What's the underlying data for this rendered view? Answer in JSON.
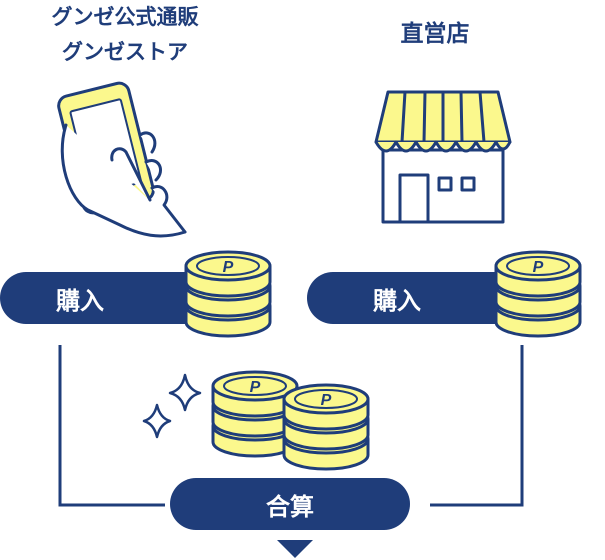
{
  "online": {
    "title_line1": "グンゼ公式通販",
    "title_line2": "グンゼストア",
    "purchase_label": "購入"
  },
  "store": {
    "title": "直営店",
    "purchase_label": "購入"
  },
  "total_label": "合算",
  "coin_letter": "P",
  "colors": {
    "navy": "#1f3d7a",
    "yellow": "#fbf88d",
    "white": "#ffffff"
  }
}
